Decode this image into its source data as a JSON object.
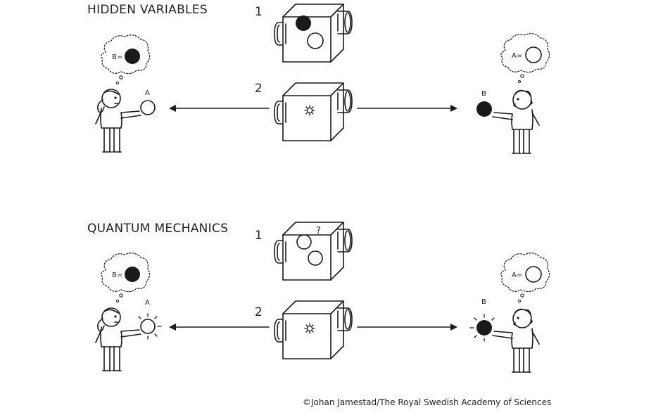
{
  "sections": [
    {
      "title": "HIDDEN VARIABLES",
      "step1": "1",
      "step2": "2",
      "person_left": {
        "ball_label": "A",
        "thought_label": "B="
      },
      "person_right": {
        "ball_label": "B",
        "thought_label": "A="
      }
    },
    {
      "title": "QUANTUM MECHANICS",
      "step1": "1",
      "step2": "2",
      "question_mark": "?",
      "person_left": {
        "ball_label": "A",
        "thought_label": "B="
      },
      "person_right": {
        "ball_label": "B",
        "thought_label": "A="
      }
    }
  ],
  "credit": "©Johan Jamestad/The Royal Swedish Academy of Sciences",
  "colors": {
    "ink": "#1a1a1a",
    "background": "#ffffff"
  },
  "icons": [
    "box-icon",
    "arrow-left-icon",
    "arrow-right-icon",
    "person-icon",
    "thought-bubble-icon",
    "ball-icon",
    "spark-icon"
  ]
}
